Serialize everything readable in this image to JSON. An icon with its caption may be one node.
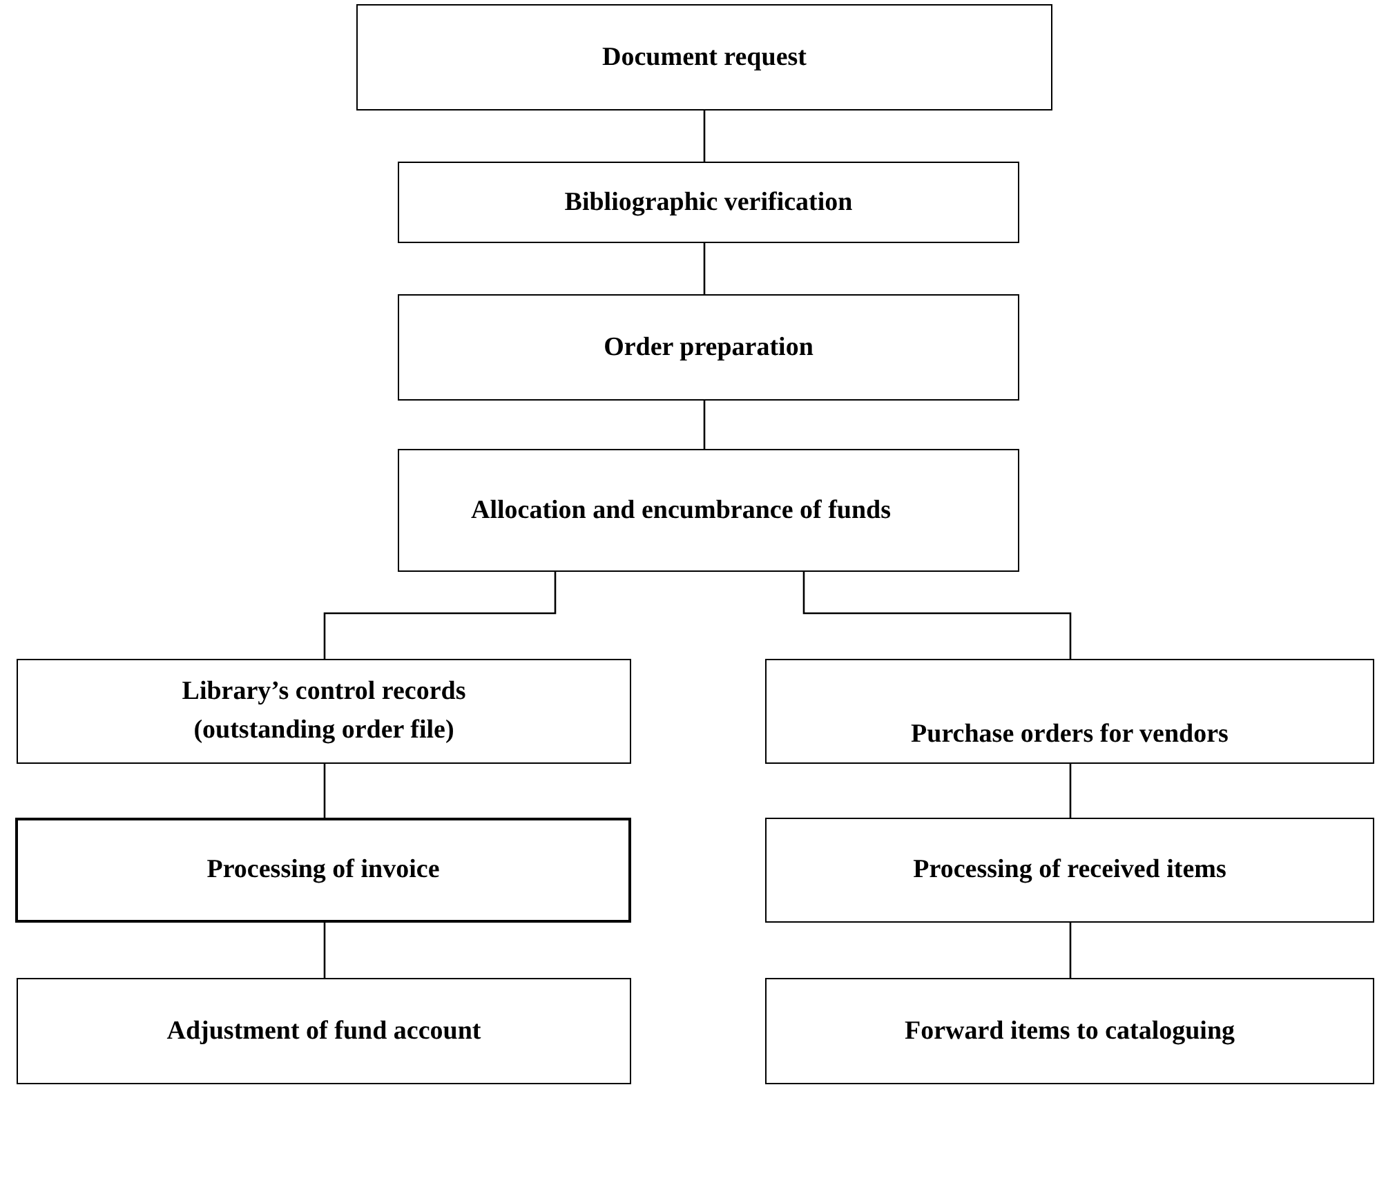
{
  "diagram": {
    "nodes": [
      {
        "text": [
          "Document request"
        ]
      },
      {
        "text": [
          "Bibliographic verification"
        ]
      },
      {
        "text": [
          "Order preparation"
        ]
      },
      {
        "text": [
          "Allocation and encumbrance of funds"
        ]
      },
      {
        "text": [
          "Library’s control records (outstanding order file)"
        ]
      },
      {
        "text": [
          "Purchase orders for vendors"
        ]
      },
      {
        "text": [
          "Processing of invoice"
        ]
      },
      {
        "text": [
          "Processing of received items"
        ]
      },
      {
        "text": [
          "Adjustment of fund account"
        ]
      },
      {
        "text": [
          "Forward items to cataloguing"
        ]
      }
    ],
    "edges": [
      {
        "from": 0,
        "to": 1,
        "arrow": "none"
      },
      {
        "from": 1,
        "to": 2,
        "arrow": "none"
      },
      {
        "from": 2,
        "to": 3,
        "arrow": "none"
      },
      {
        "from": 3,
        "to": 4,
        "arrow": "none"
      },
      {
        "from": 3,
        "to": 5,
        "arrow": "none"
      },
      {
        "from": 4,
        "to": 6,
        "arrow": "none"
      },
      {
        "from": 6,
        "to": 8,
        "arrow": "none"
      },
      {
        "from": 5,
        "to": 7,
        "arrow": "none"
      },
      {
        "from": 7,
        "to": 9,
        "arrow": "none"
      }
    ]
  }
}
